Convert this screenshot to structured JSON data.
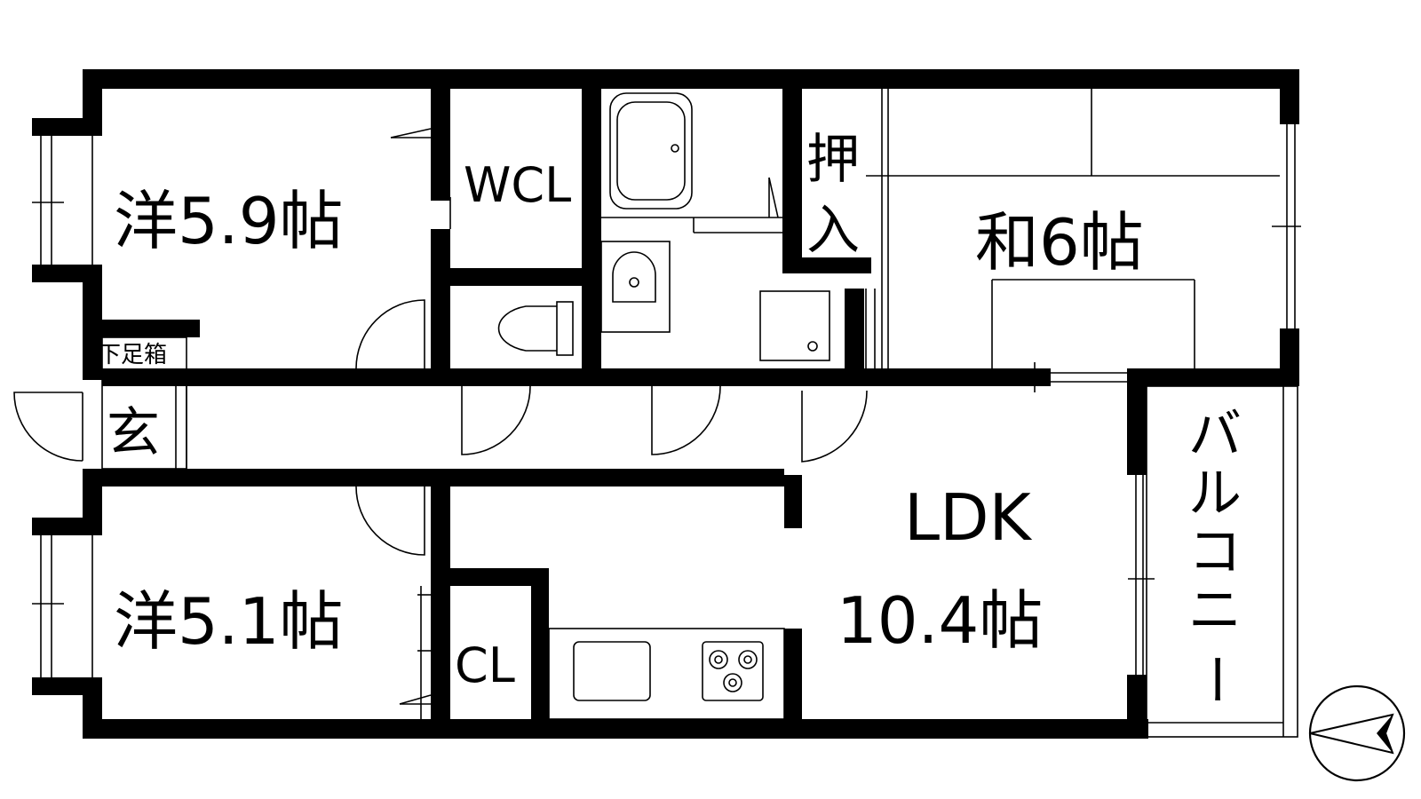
{
  "rooms": {
    "western_1": "洋5.9帖",
    "western_2": "洋5.1帖",
    "japanese": "和6帖",
    "ldk_name": "LDK",
    "ldk_size": "10.4帖",
    "wcl": "WCL",
    "cl": "CL",
    "closet_top": "押",
    "closet_bottom": "入",
    "entrance": "玄",
    "shoe_box": "下足箱",
    "balcony": [
      "バ",
      "ル",
      "コ",
      "ニ",
      "ー"
    ]
  },
  "colors": {
    "wall": "#000000",
    "background": "#ffffff"
  },
  "icons": {
    "compass": "north-arrow-icon",
    "bathtub": "bathtub-icon",
    "toilet": "toilet-icon",
    "washbasin": "washbasin-icon",
    "sink": "kitchen-sink-icon",
    "stove": "stove-icon"
  }
}
